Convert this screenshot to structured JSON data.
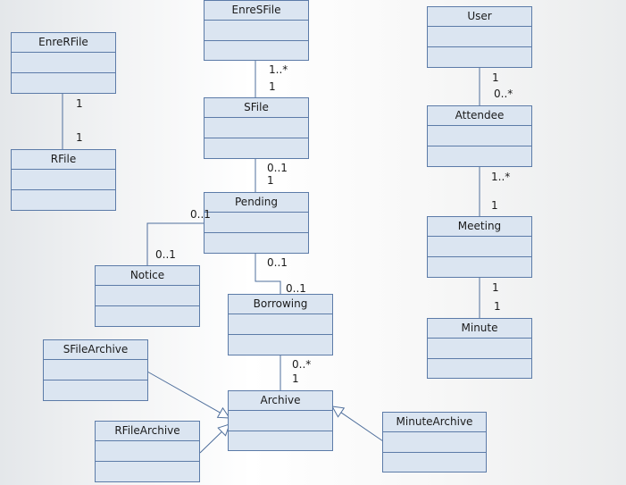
{
  "classes": [
    {
      "id": "EnreRFile",
      "name": "EnreRFile"
    },
    {
      "id": "RFile",
      "name": "RFile"
    },
    {
      "id": "EnreSFile",
      "name": "EnreSFile"
    },
    {
      "id": "SFile",
      "name": "SFile"
    },
    {
      "id": "Pending",
      "name": "Pending"
    },
    {
      "id": "Notice",
      "name": "Notice"
    },
    {
      "id": "Borrowing",
      "name": "Borrowing"
    },
    {
      "id": "Archive",
      "name": "Archive"
    },
    {
      "id": "SFileArchive",
      "name": "SFileArchive"
    },
    {
      "id": "RFileArchive",
      "name": "RFileArchive"
    },
    {
      "id": "MinuteArchive",
      "name": "MinuteArchive"
    },
    {
      "id": "User",
      "name": "User"
    },
    {
      "id": "Attendee",
      "name": "Attendee"
    },
    {
      "id": "Meeting",
      "name": "Meeting"
    },
    {
      "id": "Minute",
      "name": "Minute"
    }
  ],
  "associations": [
    {
      "from": "EnreRFile",
      "to": "RFile",
      "from_mult": "1",
      "to_mult": "1"
    },
    {
      "from": "EnreSFile",
      "to": "SFile",
      "from_mult": "1..*",
      "to_mult": "1"
    },
    {
      "from": "SFile",
      "to": "Pending",
      "from_mult": "0..1",
      "to_mult": "1"
    },
    {
      "from": "Pending",
      "to": "Notice",
      "from_mult": "0..1",
      "to_mult": "0..1"
    },
    {
      "from": "Pending",
      "to": "Borrowing",
      "from_mult": "0..1",
      "to_mult": "0..1"
    },
    {
      "from": "Borrowing",
      "to": "Archive",
      "from_mult": "0..*",
      "to_mult": "1"
    },
    {
      "from": "User",
      "to": "Attendee",
      "from_mult": "1",
      "to_mult": "0..*"
    },
    {
      "from": "Attendee",
      "to": "Meeting",
      "from_mult": "1..*",
      "to_mult": "1"
    },
    {
      "from": "Meeting",
      "to": "Minute",
      "from_mult": "1",
      "to_mult": "1"
    }
  ],
  "generalizations": [
    {
      "child": "SFileArchive",
      "parent": "Archive"
    },
    {
      "child": "RFileArchive",
      "parent": "Archive"
    },
    {
      "child": "MinuteArchive",
      "parent": "Archive"
    }
  ]
}
